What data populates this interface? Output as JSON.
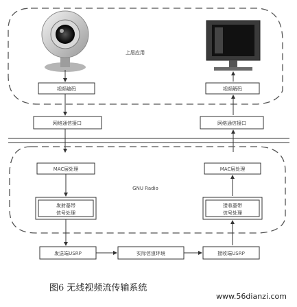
{
  "diagram": {
    "top": {
      "app_label": "上层应用",
      "encode_label": "视频编码",
      "decode_label": "视频解码"
    },
    "socket": {
      "left": "网络通信接口",
      "right": "网络通信接口"
    },
    "gnu": {
      "label": "GNU Radio",
      "mac_left": "MAC层处理",
      "mac_right": "MAC层处理",
      "tx_left_l1": "发射基带",
      "tx_left_l2": "信号处理",
      "rx_right_l1": "接收基带",
      "rx_right_l2": "信号处理"
    },
    "hw": {
      "tx_usrp": "发送端USRP",
      "channel": "实际信道环境",
      "rx_usrp": "接收端USRP"
    },
    "caption": "图6 无线视频流传输系统",
    "watermark": "www.56dianzi.com"
  }
}
